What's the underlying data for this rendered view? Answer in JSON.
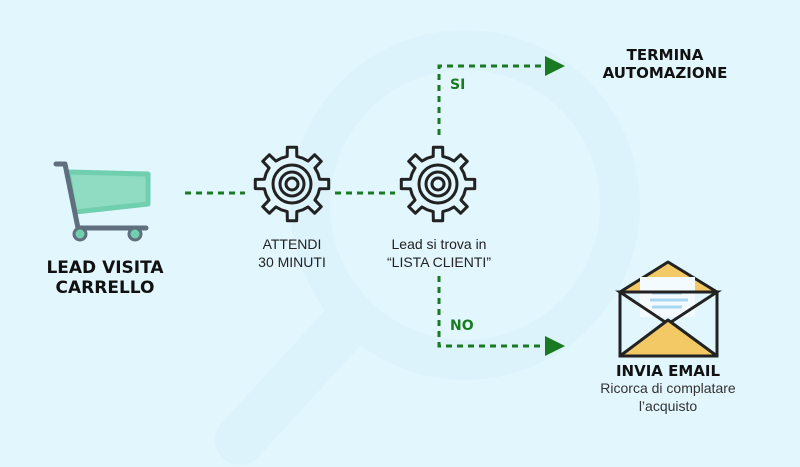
{
  "colors": {
    "background": "#e2f6fd",
    "connector": "#1a7a22",
    "cart_basket": "#6fcfae",
    "cart_frame": "#5f6f7e",
    "envelope_flap": "#f2c964",
    "text_dark": "#111111"
  },
  "nodes": {
    "start": {
      "icon": "shopping-cart-icon",
      "title_line1": "LEAD VISITA",
      "title_line2": "CARRELLO"
    },
    "wait": {
      "icon": "gear-icon",
      "line1": "ATTENDI",
      "line2": "30 MINUTI"
    },
    "condition": {
      "icon": "gear-icon",
      "line1": "Lead si trova in",
      "line2": "“LISTA CLIENTI”"
    },
    "end_yes": {
      "line1": "TERMINA",
      "line2": "AUTOMAZIONE"
    },
    "end_no": {
      "icon": "envelope-icon",
      "title": "INVIA EMAIL",
      "sub_line1": "Ricorca di complatare",
      "sub_line2": "l’acquisto"
    }
  },
  "branches": {
    "yes": "SI",
    "no": "NO"
  }
}
